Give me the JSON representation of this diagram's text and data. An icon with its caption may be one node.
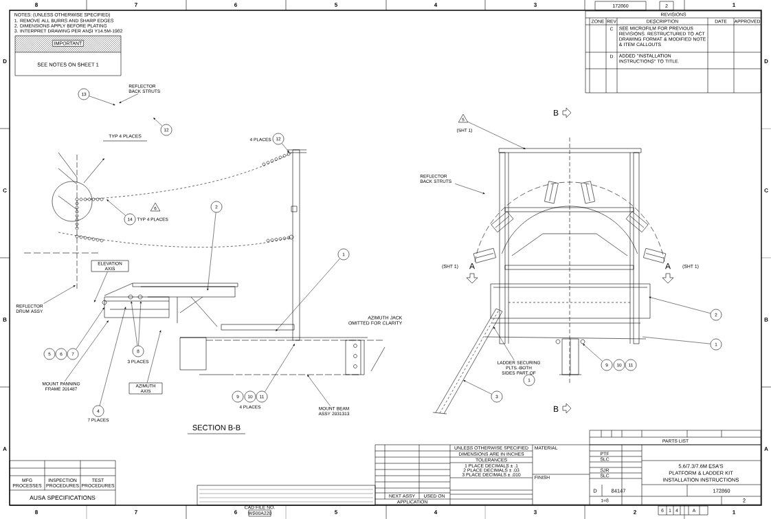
{
  "diagram": {
    "nodes": [
      {
        "text": [
          "13"
        ]
      },
      {
        "text": [
          "REFLECTOR BACK STRUTS"
        ]
      },
      {
        "text": [
          "12"
        ]
      },
      {
        "text": [
          "12"
        ],
        "beside": [
          "4 PLACES"
        ]
      },
      {
        "text": [
          "14"
        ],
        "beside": [
          "TYP 4 PLACES"
        ]
      },
      {
        "text": [
          "2"
        ]
      },
      {
        "text": [
          "1"
        ]
      },
      {
        "text": [
          "ELEVATION AXIS"
        ]
      },
      {
        "text": [
          "REFLECTOR DRUM ASSY"
        ]
      },
      {
        "text": [
          "5"
        ]
      },
      {
        "text": [
          "6"
        ]
      },
      {
        "text": [
          "7"
        ]
      },
      {
        "text": [
          "8"
        ],
        "beside": [
          "3 PLACES"
        ]
      },
      {
        "text": [
          "MOUNT PANNING FRAME 201487"
        ]
      },
      {
        "text": [
          "AZIMUTH AXIS"
        ]
      },
      {
        "text": [
          "4"
        ],
        "beside": [
          "7 PLACES"
        ]
      },
      {
        "text": [
          "9"
        ]
      },
      {
        "text": [
          "10"
        ],
        "beside": [
          "4 PLACES"
        ]
      },
      {
        "text": [
          "11"
        ]
      },
      {
        "text": [
          "MOUNT BEAM ASSY 2031313"
        ]
      },
      {
        "text": [
          "5"
        ],
        "beside": [
          "(SHT 1)"
        ]
      },
      {
        "text": [
          "REFLECTOR BACK STRUTS"
        ]
      },
      {
        "text": [
          "2"
        ]
      },
      {
        "text": [
          "1"
        ]
      },
      {
        "text": [
          "9"
        ]
      },
      {
        "text": [
          "10"
        ]
      },
      {
        "text": [
          "11"
        ]
      },
      {
        "text": [
          "LADDER SECURING PLTS.-BOTH SIDES PART OF"
        ]
      },
      {
        "text": [
          "1"
        ]
      },
      {
        "text": [
          "3"
        ]
      },
      {
        "text": [
          "6"
        ]
      },
      {
        "text": [
          "IMPORTANT",
          "SEE NOTES ON SHEET 1"
        ]
      },
      {
        "text": [
          "MFG PROCESSES",
          "INSPECTION PROCEDURES",
          "TEST PROCEDURES",
          "AUSA SPECIFICATIONS"
        ]
      }
    ],
    "edges": [
      {
        "from": 0,
        "to": null,
        "arrow": "to"
      },
      {
        "from": 1,
        "to": null,
        "arrow": "to"
      },
      {
        "from": 2,
        "to": null,
        "arrow": "to"
      },
      {
        "from": 3,
        "to": null,
        "arrow": "to"
      },
      {
        "from": 4,
        "to": null,
        "arrow": "to"
      },
      {
        "from": 5,
        "to": null,
        "arrow": "to"
      },
      {
        "from": 6,
        "to": null,
        "arrow": "to"
      },
      {
        "from": 7,
        "to": null,
        "arrow": "to"
      },
      {
        "from": 8,
        "to": null,
        "arrow": "to"
      },
      {
        "from": 11,
        "to": null,
        "arrow": "to"
      },
      {
        "from": 12,
        "to": null,
        "arrow": "to"
      },
      {
        "from": 12,
        "to": null,
        "arrow": "to"
      },
      {
        "from": 13,
        "to": null,
        "arrow": "to"
      },
      {
        "from": 14,
        "to": null,
        "arrow": "to"
      },
      {
        "from": 15,
        "to": null,
        "arrow": "to"
      },
      {
        "from": 18,
        "to": null,
        "arrow": "to"
      },
      {
        "from": 19,
        "to": null,
        "arrow": "to"
      },
      {
        "from": 20,
        "to": null,
        "arrow": "to"
      },
      {
        "from": 21,
        "to": null,
        "arrow": "to"
      },
      {
        "from": 22,
        "to": null,
        "arrow": "to"
      },
      {
        "from": 23,
        "to": null,
        "arrow": "none"
      },
      {
        "from": 24,
        "to": null,
        "arrow": "to"
      },
      {
        "from": 27,
        "to": null,
        "arrow": "to"
      },
      {
        "from": 29,
        "to": null,
        "arrow": "to"
      }
    ],
    "labels": [
      "8",
      "7",
      "6",
      "5",
      "4",
      "3",
      "172860",
      "2",
      "1",
      "NOTES: (UNLESS OTHERWISE SPECIFIED)",
      "1. REMOVE ALL BURRS AND SHARP EDGES",
      "2. DIMENSIONS APPLY BEFORE PLATING",
      "3. INTERPRET DRAWING PER ANSI Y14.5M-1982",
      "REVISIONS",
      "ZONE",
      "REV",
      "DESCRIPTION",
      "DATE",
      "APPROVED",
      "C",
      "SEE MICROFILM FOR PREVIOUS REVISIONS. RESTRUCTURED TO ACT DRAWING FORMAT & MODIFIED NOTE & ITEM CALLOUTS",
      "D",
      "ADDED \"INSTALLATION INSTRUCTIONS\" TO TITLE.",
      "D",
      "C",
      "B",
      "A",
      "D",
      "C",
      "B",
      "A",
      "TYP 4 PLACES",
      "B",
      "(SHT 1)",
      "A",
      "A",
      "(SHT 1)",
      "AZIMUTH JACK OMITTED FOR CLARITY",
      "B",
      "SECTION B-B",
      "PARTS LIST",
      "UNLESS OTHERWISE SPECIFIED",
      "DIMENSIONS ARE IN INCHES",
      "TOLERANCES",
      "1 PLACE DECIMALS ± .1",
      "2 PLACE DECIMALS ± .03",
      "3 PLACE DECIMALS ± .010",
      "MATERIAL",
      "PTF",
      "SLC",
      "SJR",
      "SLC",
      "FINISH",
      "5.6/7.3/7.6M ESA'S",
      "PLATFORM & LADDER KIT",
      "INSTALLATION INSTRUCTIONS",
      "D",
      "84147",
      "172860",
      "1=8",
      "2",
      "NEXT ASSY",
      "USED ON",
      "APPLICATION",
      "CAD FILE NO.",
      "WS00A220",
      "6",
      "1",
      "4",
      "A",
      "8",
      "7",
      "6",
      "5",
      "4",
      "3",
      "2",
      "1"
    ]
  }
}
